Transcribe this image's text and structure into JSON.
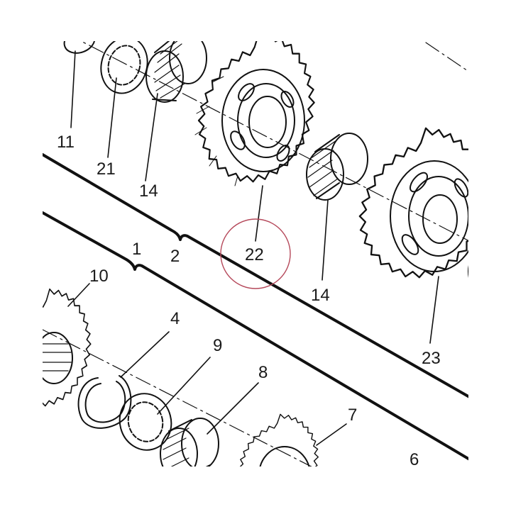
{
  "diagram": {
    "callouts": [
      {
        "id": "c11",
        "text": "11"
      },
      {
        "id": "c21",
        "text": "21"
      },
      {
        "id": "c14a",
        "text": "14"
      },
      {
        "id": "c22",
        "text": "22"
      },
      {
        "id": "c14b",
        "text": "14"
      },
      {
        "id": "c23",
        "text": "23"
      },
      {
        "id": "c1",
        "text": "1"
      },
      {
        "id": "c2",
        "text": "2"
      },
      {
        "id": "c10",
        "text": "10"
      },
      {
        "id": "c4",
        "text": "4"
      },
      {
        "id": "c9",
        "text": "9"
      },
      {
        "id": "c8",
        "text": "8"
      },
      {
        "id": "c7",
        "text": "7"
      },
      {
        "id": "c6",
        "text": "6"
      }
    ],
    "highlight": {
      "target": "22",
      "color": "#b5485a"
    },
    "line_color": "#111111"
  }
}
